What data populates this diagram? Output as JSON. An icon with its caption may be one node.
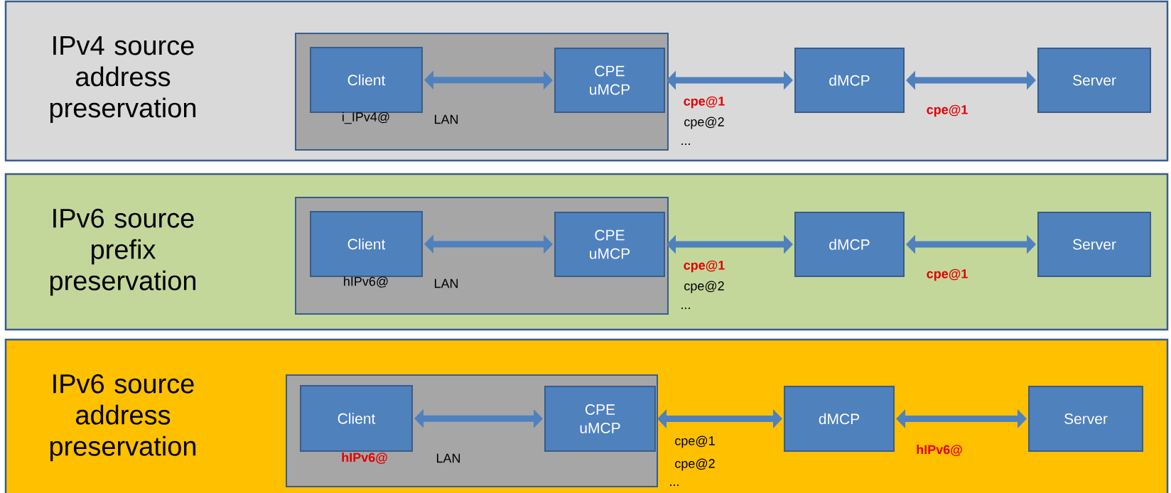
{
  "diagram": {
    "nodes": [
      {
        "text": [
          "IPv4 source address preservation"
        ]
      },
      {
        "text": [],
        "shape": "box",
        "in": 0
      },
      {
        "text": [
          "Client"
        ],
        "in": 1
      },
      {
        "text": [
          "CPE uMCP"
        ],
        "in": 1
      },
      {
        "text": [
          "dMCP"
        ],
        "in": 0
      },
      {
        "text": [
          "Server"
        ],
        "in": 0
      },
      {
        "text": [
          "IPv6 source prefix preservation"
        ]
      },
      {
        "text": [],
        "shape": "box",
        "in": 6
      },
      {
        "text": [
          "Client"
        ],
        "in": 7
      },
      {
        "text": [
          "CPE uMCP"
        ],
        "in": 7
      },
      {
        "text": [
          "dMCP"
        ],
        "in": 6
      },
      {
        "text": [
          "Server"
        ],
        "in": 6
      },
      {
        "text": [
          "IPv6 source address preservation"
        ]
      },
      {
        "text": [],
        "shape": "box",
        "in": 12
      },
      {
        "text": [
          "Client"
        ],
        "in": 13
      },
      {
        "text": [
          "CPE uMCP"
        ],
        "in": 13
      },
      {
        "text": [
          "dMCP"
        ],
        "in": 12
      },
      {
        "text": [
          "Server"
        ],
        "in": 12
      }
    ],
    "edges": [
      {
        "from": 2,
        "to": 3,
        "arrow": "both"
      },
      {
        "from": 3,
        "to": 4,
        "arrow": "both"
      },
      {
        "from": 4,
        "to": 5,
        "arrow": "both"
      },
      {
        "from": 8,
        "to": 9,
        "arrow": "both"
      },
      {
        "from": 9,
        "to": 10,
        "arrow": "both"
      },
      {
        "from": 10,
        "to": 11,
        "arrow": "both"
      },
      {
        "from": 14,
        "to": 15,
        "arrow": "both"
      },
      {
        "from": 15,
        "to": 16,
        "arrow": "both"
      },
      {
        "from": 16,
        "to": 17,
        "arrow": "both"
      }
    ],
    "labels": [
      "i_IPv4@",
      "LAN",
      "cpe@1",
      "cpe@2",
      "...",
      "cpe@1",
      "hIPv6@",
      "LAN",
      "cpe@1",
      "cpe@2",
      "...",
      "cpe@1",
      "hIPv6@",
      "LAN",
      "cpe@1",
      "cpe@2",
      "...",
      "hIPv6@"
    ]
  }
}
